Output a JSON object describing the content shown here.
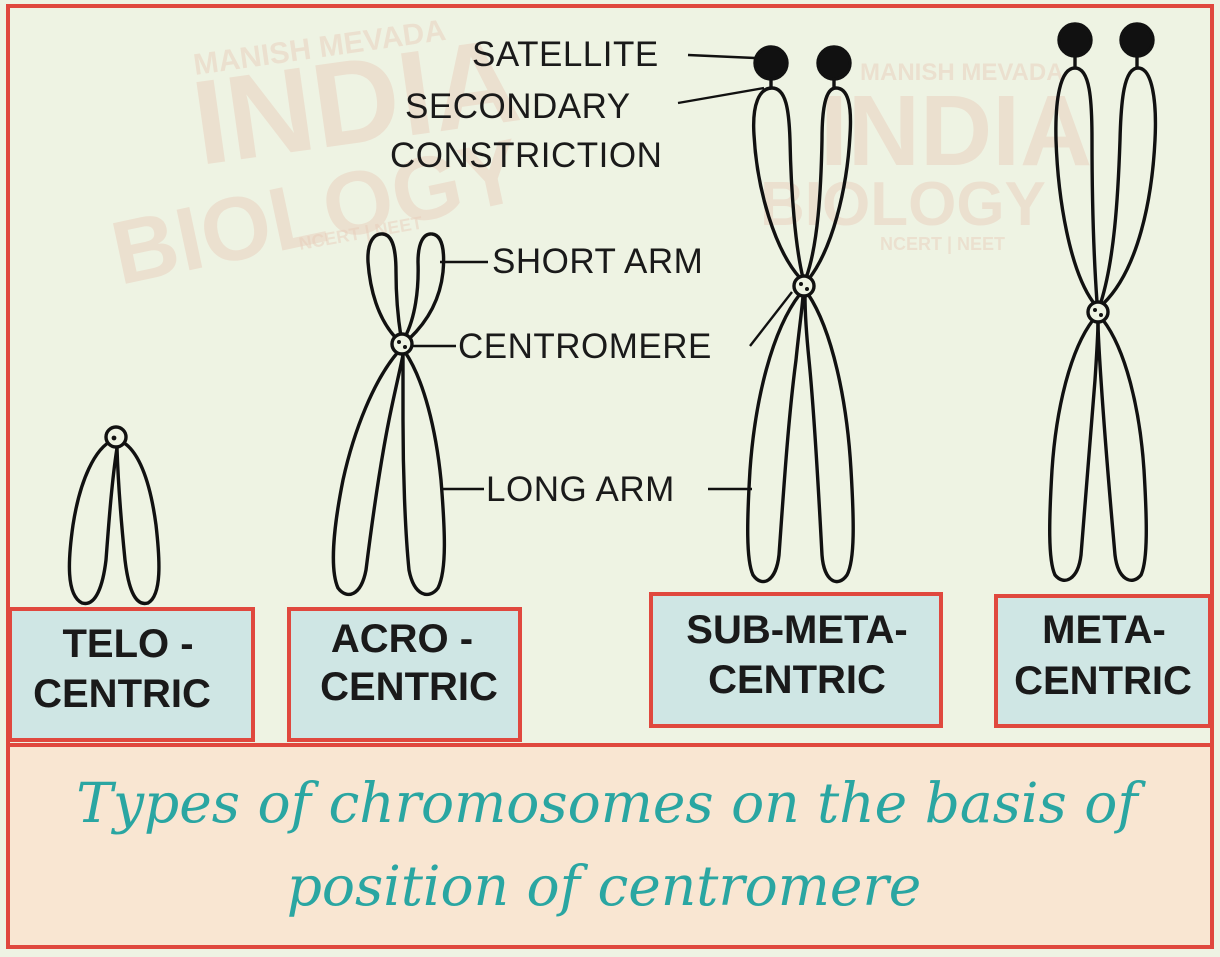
{
  "watermark": {
    "brand": "MANISH MEVADA",
    "line1": "INDIA",
    "line2": "BIOLOGY",
    "tagline": "NCERT | NEET"
  },
  "annotations": {
    "satellite": "SATELLITE",
    "secondary_constriction_1": "SECONDARY",
    "secondary_constriction_2": "CONSTRICTION",
    "short_arm": "SHORT ARM",
    "centromere": "CENTROMERE",
    "long_arm": "LONG ARM"
  },
  "types": [
    {
      "line1": "TELO -",
      "line2": "CENTRIC"
    },
    {
      "line1": "ACRO -",
      "line2": "CENTRIC"
    },
    {
      "line1": "SUB-META-",
      "line2": "CENTRIC"
    },
    {
      "line1": "META-",
      "line2": "CENTRIC"
    }
  ],
  "caption": {
    "line1": "Types of chromosomes on the basis of",
    "line2": "position of centromere"
  },
  "colors": {
    "frame": "#e0483e",
    "label_box": "#cfe6e4",
    "caption_bg": "#f9e6d2",
    "caption_text": "#2aa6a2",
    "stroke": "#111111"
  }
}
